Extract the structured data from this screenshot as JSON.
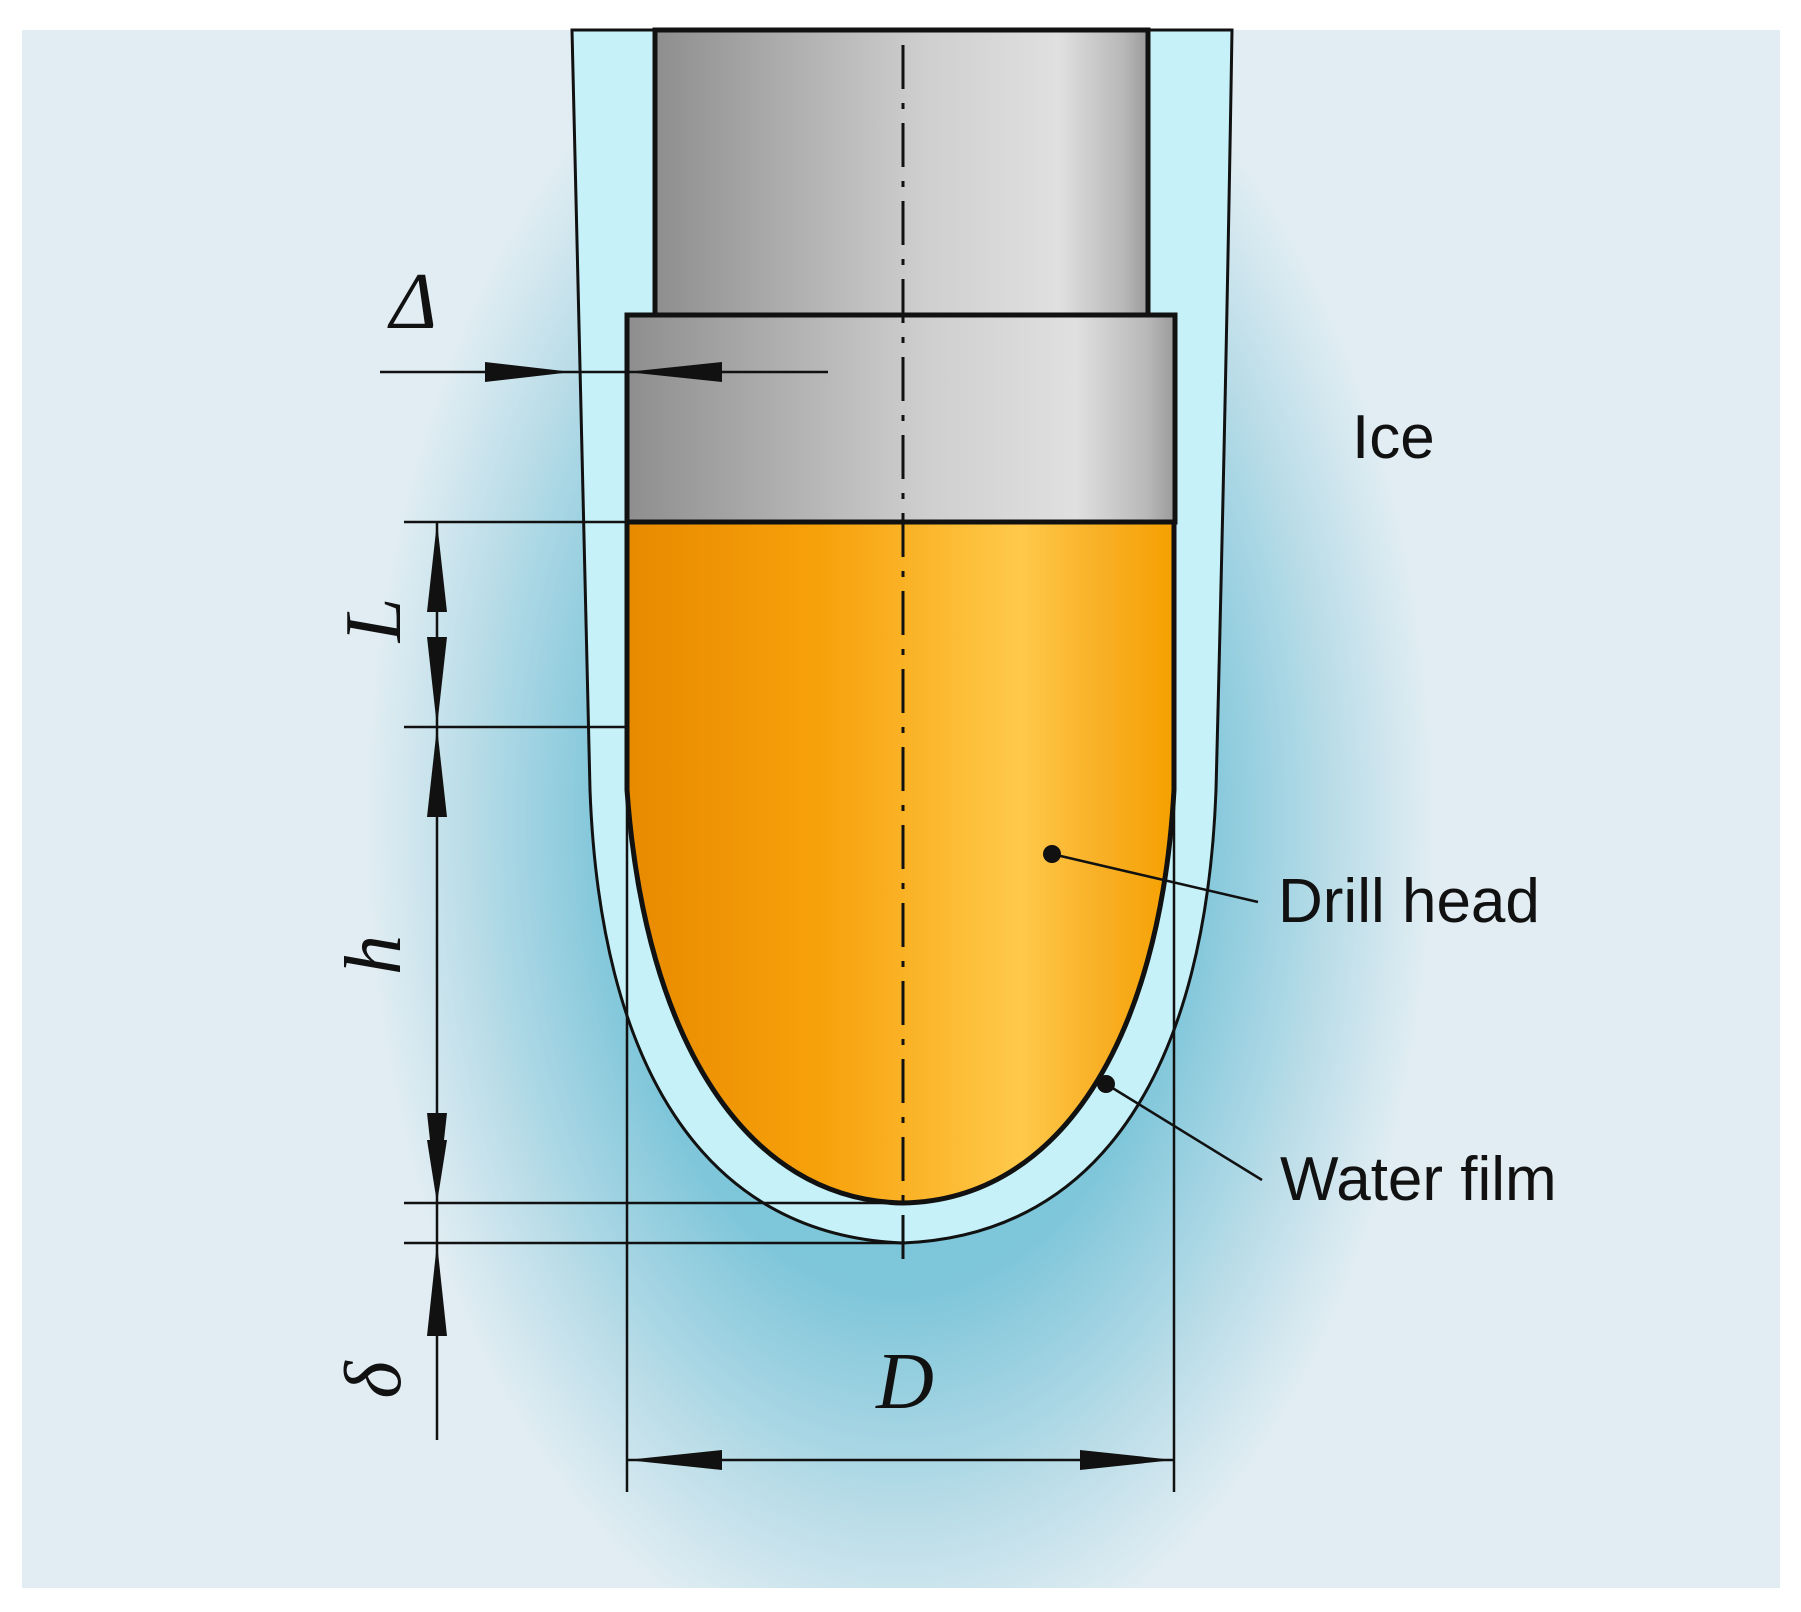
{
  "labels": {
    "ice": "Ice",
    "drill_head": "Drill head",
    "water_film": "Water film",
    "delta_gap": "Δ",
    "length_L": "L",
    "height_h": "h",
    "film_delta": "δ",
    "diameter_D": "D"
  },
  "colors": {
    "ice_light": "#e1edf3",
    "ice_deep": "#6fc0d6",
    "water_film": "#c6f1f8",
    "steel_dark": "#8e8e8e",
    "steel_light": "#dedede",
    "head_orange": "#f7a10a",
    "head_highlight": "#ffc94a",
    "line": "#111111"
  }
}
